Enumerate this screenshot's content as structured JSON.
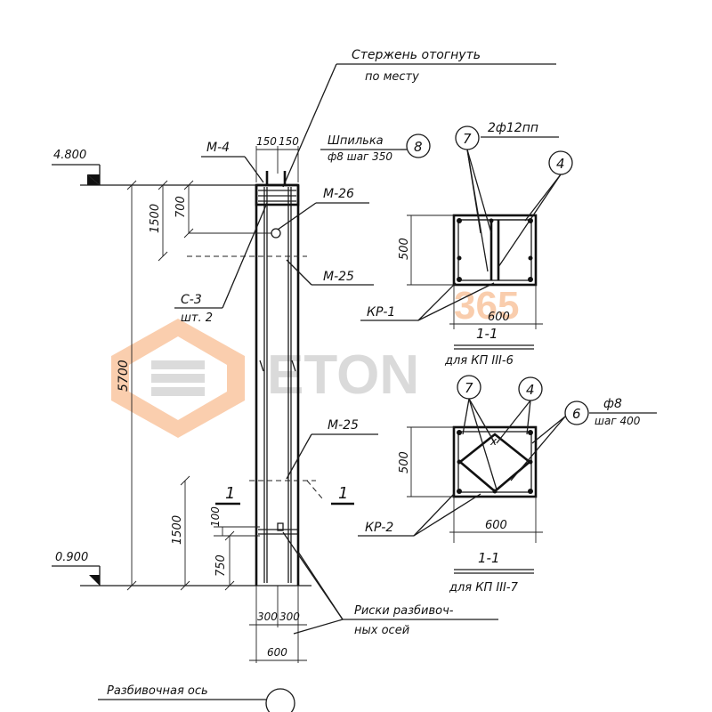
{
  "labels": {
    "note_bars_1": "Стержень отогнуть",
    "note_bars_2": "по месту",
    "pin_label_1": "Шпилька",
    "pin_label_2": "ф8 шаг 350",
    "m4": "М-4",
    "m26": "М-26",
    "m25_upper": "М-25",
    "m25_lower": "М-25",
    "c3_1": "С-3",
    "c3_2": "шт. 2",
    "kr1": "КР-1",
    "kr2": "КР-2",
    "bars_top": "2ф12пп",
    "phi8": "ф8",
    "step400": "шаг 400",
    "risks_1": "Риски разбивоч-",
    "risks_2": "ных осей",
    "axis": "Разбивочная ось",
    "section_mark_left": "1",
    "section_mark_right": "1",
    "section1_title": "1-1",
    "section1_sub": "для КП III-6",
    "section2_title": "1-1",
    "section2_sub": "для КП III-7"
  },
  "callouts": {
    "c8": "8",
    "c7_top": "7",
    "c4_top": "4",
    "c7_bot": "7",
    "c4_bot": "4",
    "c6": "6"
  },
  "dimensions": {
    "d150_a": "150",
    "d150_b": "150",
    "d1500_top": "1500",
    "d700": "700",
    "d5700": "5700",
    "d1500_bot": "1500",
    "d100": "100",
    "d750": "750",
    "d300_a": "300",
    "d300_b": "300",
    "d600_col": "600",
    "d500_s1": "500",
    "d600_s1": "600",
    "d500_s2": "500",
    "d600_s2": "600"
  },
  "levels": {
    "top": "4.800",
    "bottom": "0.900"
  },
  "watermark": {
    "text": "ETON",
    "number": "365",
    "accent_color": "#f5a56b",
    "gray_color": "#bdbdbd"
  }
}
